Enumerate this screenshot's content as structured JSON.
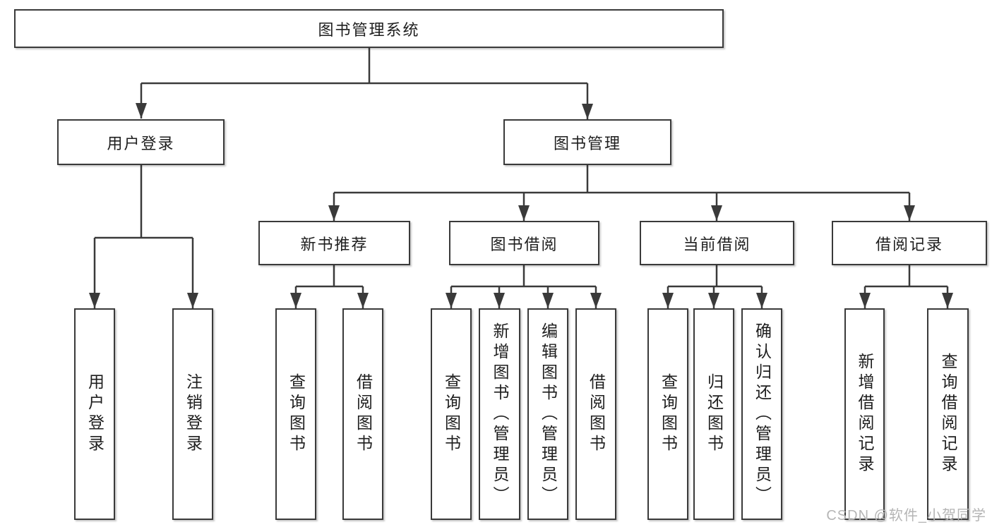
{
  "diagram": {
    "root": {
      "label": "图书管理系统"
    },
    "branches": [
      {
        "label": "用户登录",
        "children": [
          {
            "label": "用户登录"
          },
          {
            "label": "注销登录"
          }
        ]
      },
      {
        "label": "图书管理",
        "children": [
          {
            "label": "新书推荐",
            "children": [
              {
                "label": "查询图书"
              },
              {
                "label": "借阅图书"
              }
            ]
          },
          {
            "label": "图书借阅",
            "children": [
              {
                "label": "查询图书"
              },
              {
                "label": "新增图书（管理员）"
              },
              {
                "label": "编辑图书（管理员）"
              },
              {
                "label": "借阅图书"
              }
            ]
          },
          {
            "label": "当前借阅",
            "children": [
              {
                "label": "查询图书"
              },
              {
                "label": "归还图书"
              },
              {
                "label": "确认归还（管理员）"
              }
            ]
          },
          {
            "label": "借阅记录",
            "children": [
              {
                "label": "新增借阅记录"
              },
              {
                "label": "查询借阅记录"
              }
            ]
          }
        ]
      }
    ]
  },
  "watermark": {
    "text": "CSDN @软件_小贺同学"
  },
  "colors": {
    "line": "#3a3a3a",
    "box_border": "#3a3a3a",
    "box_fill": "#ffffff",
    "text": "#1e1e1e",
    "watermark": "#b5b5b5",
    "background": "#ffffff"
  }
}
